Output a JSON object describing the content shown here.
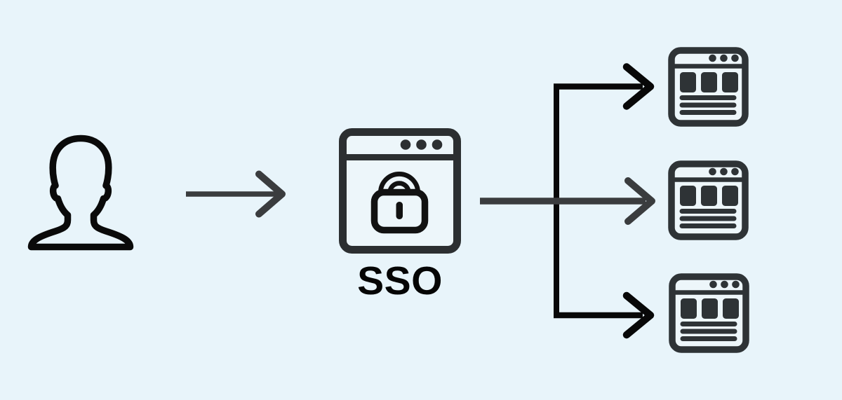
{
  "colors": {
    "bg": "#e8f4fa",
    "ink": "#0a0a0a",
    "arrow-gray": "#3a3c3e",
    "arrow-black": "#080808",
    "window": "#2c2f31",
    "lock": "#121212",
    "app": "#2e3336",
    "window-fill": "#edf6fa",
    "label": "#050505"
  },
  "diagram": {
    "user": {
      "icon": "person-icon"
    },
    "sso": {
      "icon": "sso-browser-lock-icon",
      "label": "SSO"
    },
    "apps": [
      {
        "icon": "app-window-icon",
        "position": "top"
      },
      {
        "icon": "app-window-icon",
        "position": "middle"
      },
      {
        "icon": "app-window-icon",
        "position": "bottom"
      }
    ],
    "arrows": [
      {
        "name": "user-to-sso-arrow",
        "type": "straight-right"
      },
      {
        "name": "sso-to-apps-arrow",
        "type": "straight-right"
      },
      {
        "name": "fan-out-branch",
        "type": "three-way-split"
      }
    ]
  }
}
